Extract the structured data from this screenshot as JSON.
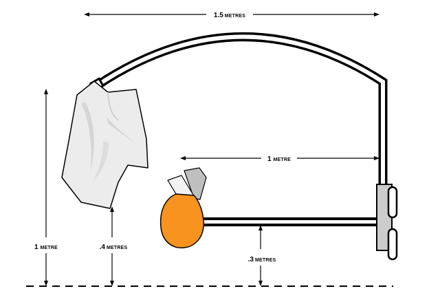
{
  "labels": {
    "arch_width": {
      "value": "1.5",
      "unit": "METRES"
    },
    "arm_length": {
      "value": "1",
      "unit": "METRE"
    },
    "cloth_height": {
      "value": "1",
      "unit": "METRE"
    },
    "cloth_bottom_height": {
      "value": ".4",
      "unit": "METRES"
    },
    "arm_height": {
      "value": ".3",
      "unit": "METRES"
    }
  },
  "colors": {
    "line": "#000000",
    "pipe_fill": "#ffffff",
    "mount_fill": "#cccccc",
    "cloth_fill": "#ececec",
    "cloth_shade": "#d6d6d6",
    "pouch_fill": "#f7931e",
    "pouch_neck_white": "#f2f2f2",
    "pouch_neck_grey": "#bfbfbf"
  }
}
